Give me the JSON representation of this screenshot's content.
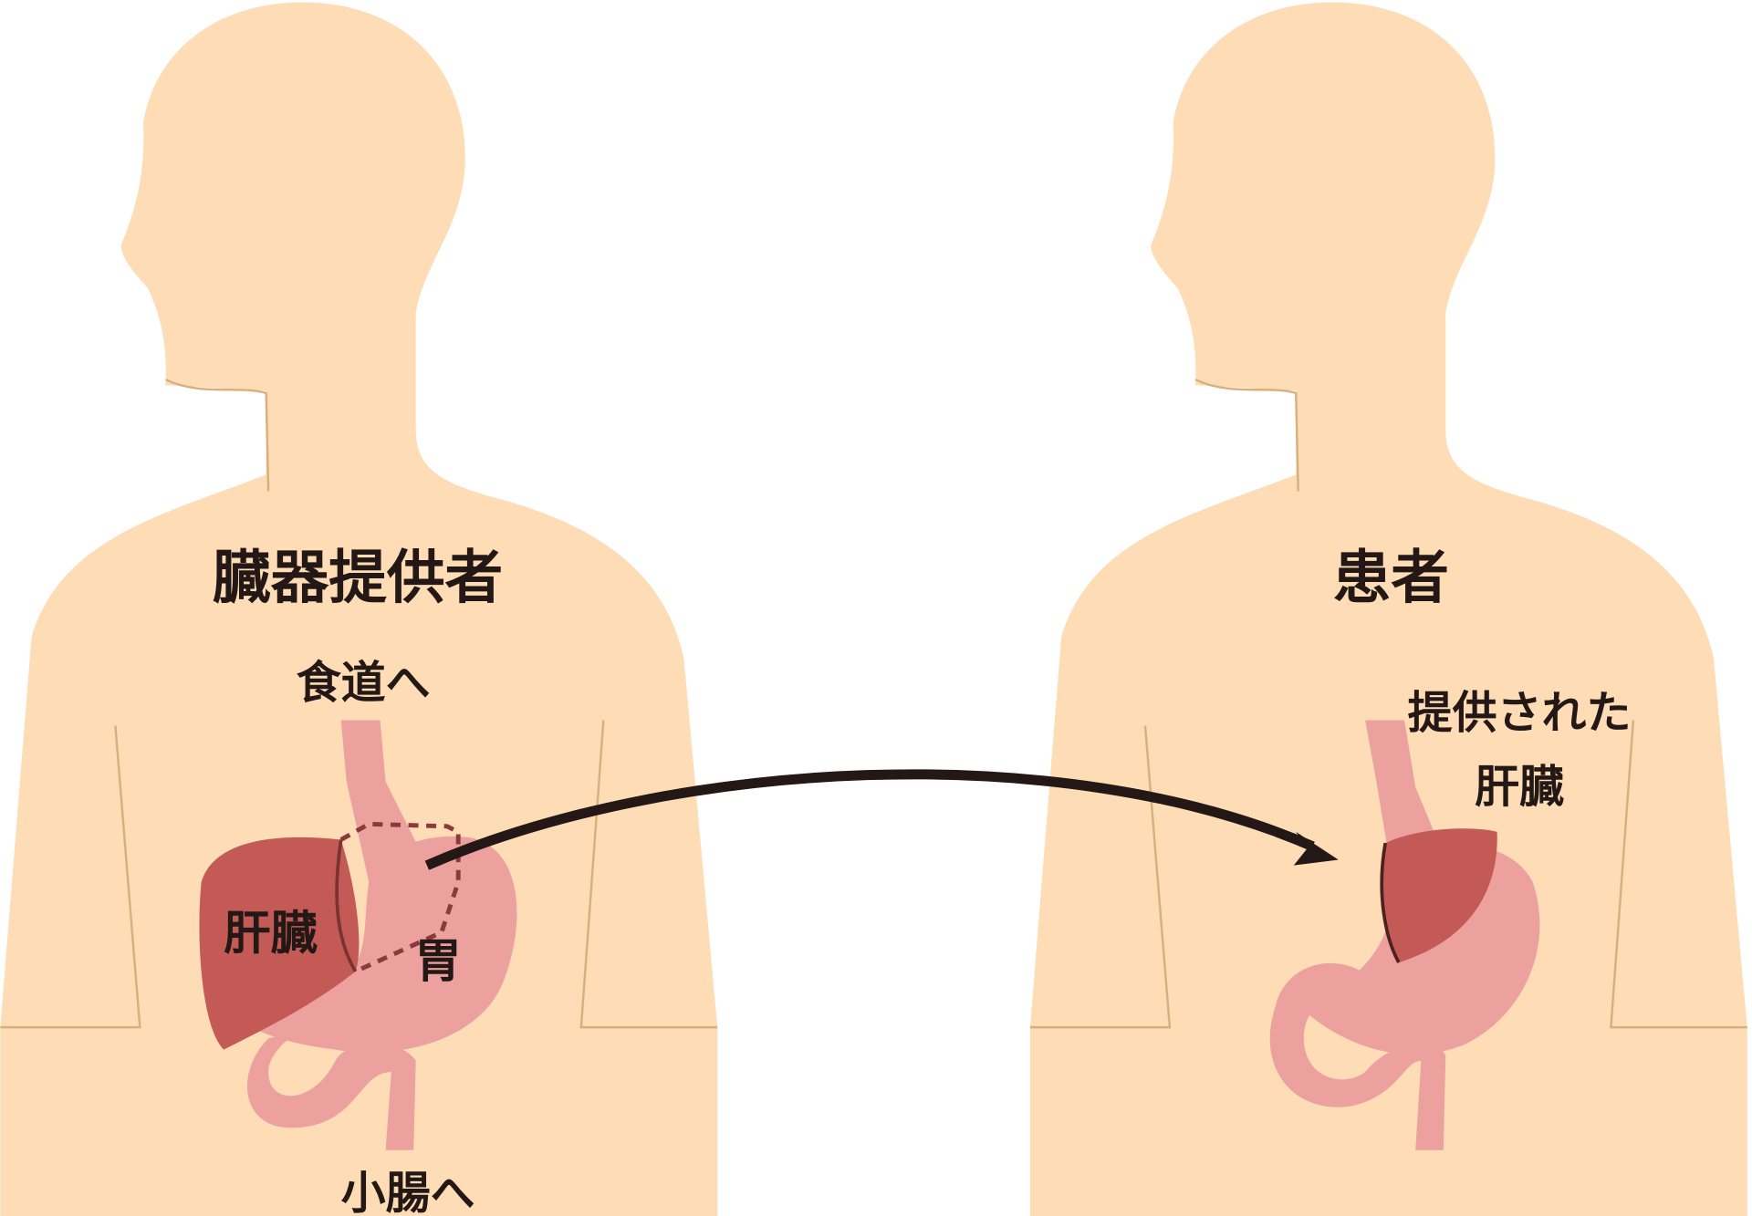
{
  "donor": {
    "title": "臓器提供者",
    "esophagus_label": "食道へ",
    "liver_label": "肝臓",
    "stomach_label": "胃",
    "intestine_label": "小腸へ"
  },
  "recipient": {
    "title": "患者",
    "transplant_label_line1": "提供された",
    "transplant_label_line2": "肝臓"
  },
  "colors": {
    "skin": "#FDDCB6",
    "outline": "#D8B07E",
    "stomach": "#ECA19F",
    "liver": "#C45A55",
    "text": "#231815"
  }
}
